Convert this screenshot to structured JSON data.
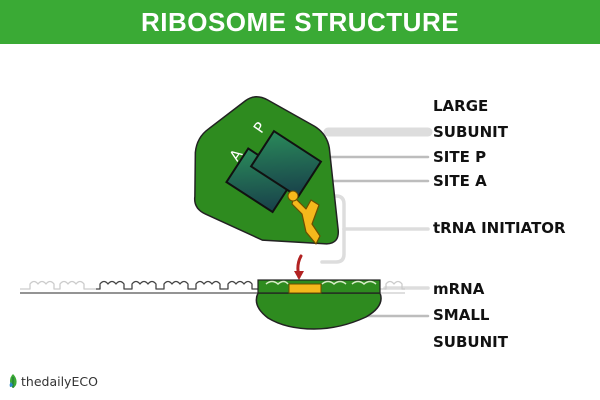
{
  "header": {
    "title": "RIBOSOME STRUCTURE"
  },
  "site_letters": {
    "a": "A",
    "p": "P"
  },
  "labels": {
    "large_line1": "LARGE",
    "large_line2": "SUBUNIT",
    "site_p": "SITE P",
    "site_a": "SITE A",
    "trna": "tRNA INITIATOR",
    "mrna": "mRNA",
    "small_line1": "SMALL",
    "small_line2": "SUBUNIT"
  },
  "brand": {
    "text": "thedailyECO",
    "icon": "leaf-icon"
  },
  "colors": {
    "header": "#3aaa35",
    "ribosome": "#2e8b1f",
    "site_fill": "#1f5e52",
    "trna": "#f5b81c",
    "arrow": "#b22222"
  }
}
